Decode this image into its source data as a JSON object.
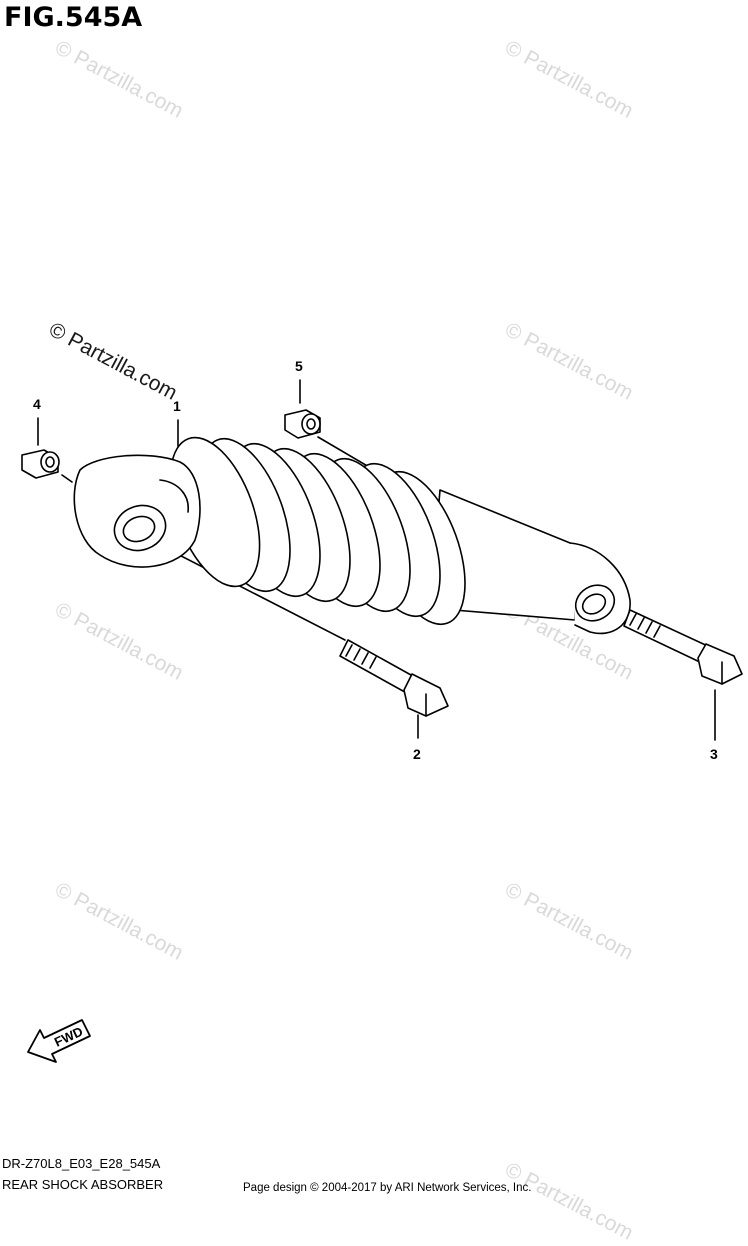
{
  "figure": {
    "title": "FIG.545A"
  },
  "watermark": {
    "text": "© Partzilla.com"
  },
  "callouts": {
    "c1": "1",
    "c2": "2",
    "c3": "3",
    "c4": "4",
    "c5": "5"
  },
  "direction": {
    "label": "FWD"
  },
  "footer": {
    "code": "DR-Z70L8_E03_E28_545A",
    "name": "REAR SHOCK ABSORBER",
    "credit": "Page design © 2004-2017 by ARI Network Services, Inc."
  }
}
